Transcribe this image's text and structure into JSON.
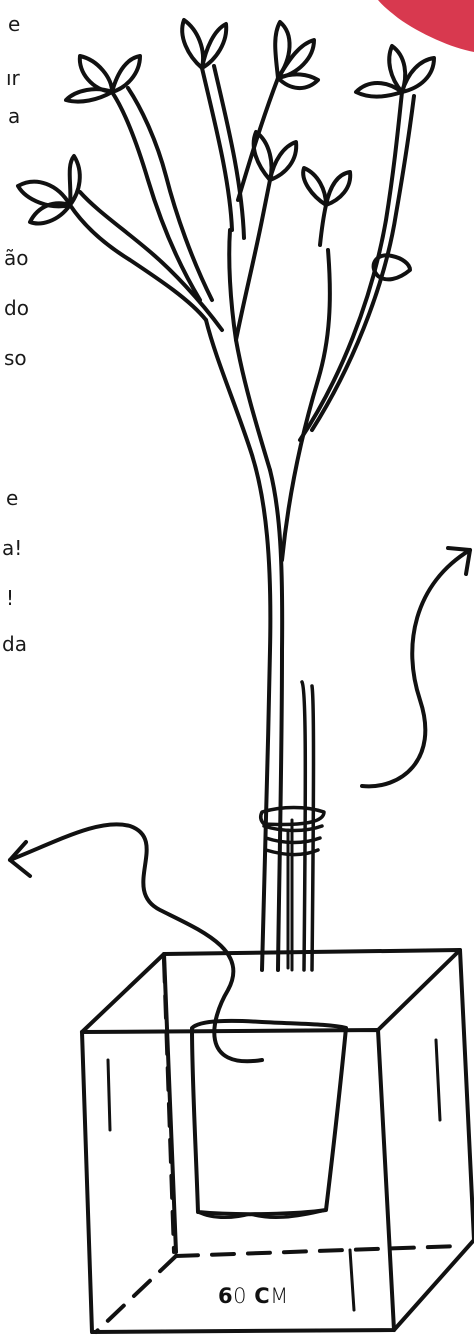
{
  "text_fragments": [
    {
      "id": "f1",
      "text": "e"
    },
    {
      "id": "f2",
      "text": "ır"
    },
    {
      "id": "f3",
      "text": "a"
    },
    {
      "id": "f4",
      "text": "ão"
    },
    {
      "id": "f5",
      "text": "do"
    },
    {
      "id": "f6",
      "text": "so"
    },
    {
      "id": "f7",
      "text": "e"
    },
    {
      "id": "f8",
      "text": "a!"
    },
    {
      "id": "f9",
      "text": "!"
    },
    {
      "id": "f10",
      "text": "da"
    }
  ],
  "pot_size": {
    "number_bold": "6",
    "number_rest": "0",
    "unit_bold": "C",
    "unit_rest": "M"
  },
  "colors": {
    "ink": "#111111",
    "accent": "#d8394f"
  }
}
